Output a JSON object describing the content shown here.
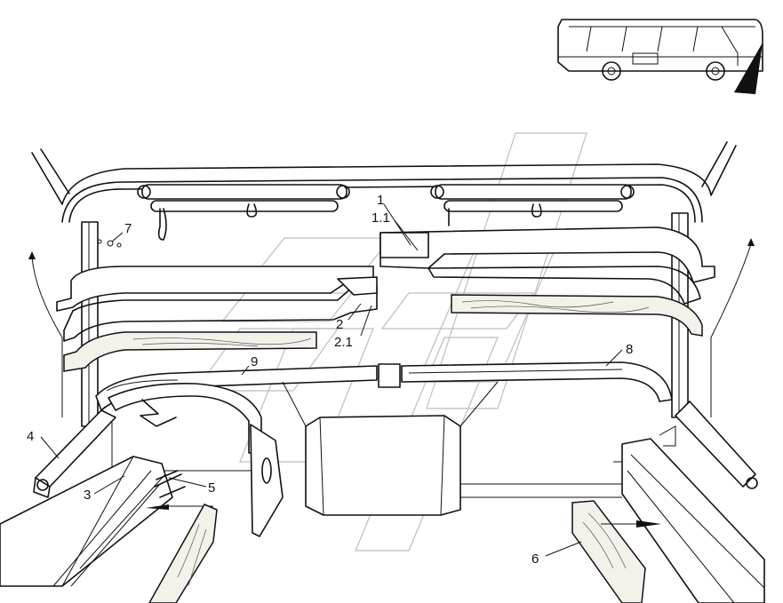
{
  "callouts": [
    {
      "id": "c1",
      "text": "1"
    },
    {
      "id": "c1_1",
      "text": "1.1"
    },
    {
      "id": "c2",
      "text": "2"
    },
    {
      "id": "c2_1",
      "text": "2.1"
    },
    {
      "id": "c3",
      "text": "3"
    },
    {
      "id": "c4",
      "text": "4"
    },
    {
      "id": "c5",
      "text": "5"
    },
    {
      "id": "c6",
      "text": "6"
    },
    {
      "id": "c7",
      "text": "7"
    },
    {
      "id": "c8",
      "text": "8"
    },
    {
      "id": "c9",
      "text": "9"
    }
  ],
  "icons": {
    "bus_locator": "bus-side-view-icon",
    "view_arrow": "view-direction-arrow-icon",
    "watermark": "watermark-logo"
  },
  "colors": {
    "line": "#111111",
    "wood_fill": "#f4f1ea",
    "watermark": "#bdbdbd"
  }
}
